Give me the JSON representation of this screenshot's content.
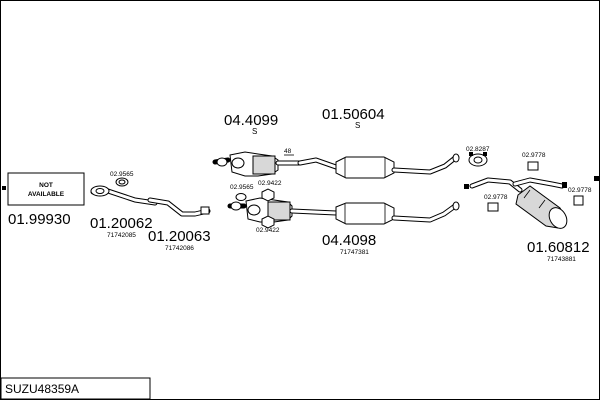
{
  "title_box": "SUZU48359A",
  "not_available": [
    "NOT",
    "AVAILABLE"
  ],
  "parts": {
    "p1": {
      "number": "01.99930"
    },
    "p2": {
      "number": "01.20062",
      "ref": "71742085"
    },
    "p3": {
      "number": "01.20063",
      "ref": "71742086"
    },
    "p4": {
      "number": "04.4099",
      "mark": "S"
    },
    "p5": {
      "number": "01.50604",
      "mark": "S"
    },
    "p6": {
      "number": "04.4098",
      "ref": "71747381"
    },
    "p7": {
      "number": "01.60812",
      "ref": "71743881"
    }
  },
  "small_labels": {
    "l1": "02.9565",
    "l2": "02.9565",
    "l3": "02.9422",
    "l4": "02.9422",
    "l5": "02.8287",
    "l6": "02.9778",
    "l7": "02.9778",
    "l8": "02.9778",
    "l9": "48"
  },
  "colors": {
    "line": "#000000",
    "background": "#ffffff"
  }
}
